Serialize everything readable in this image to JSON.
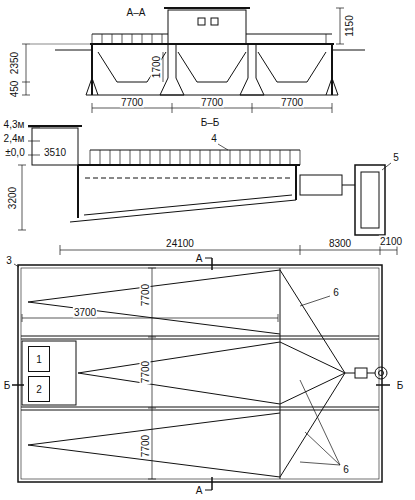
{
  "diagram": {
    "nodes": [
      {
        "text": [
          "1"
        ]
      },
      {
        "text": [
          "2"
        ]
      }
    ],
    "labels": [
      "А–А",
      "1150",
      "2350",
      "450",
      "1700",
      "7700",
      "7700",
      "7700",
      "4,3м",
      "2,4м",
      "±0,0",
      "Б–Б",
      "3510",
      "4",
      "5",
      "3200",
      "24100",
      "8300",
      "2100",
      "3",
      "3700",
      "7700",
      "7700",
      "7700",
      "6",
      "6",
      "А",
      "А",
      "Б",
      "Б"
    ]
  }
}
